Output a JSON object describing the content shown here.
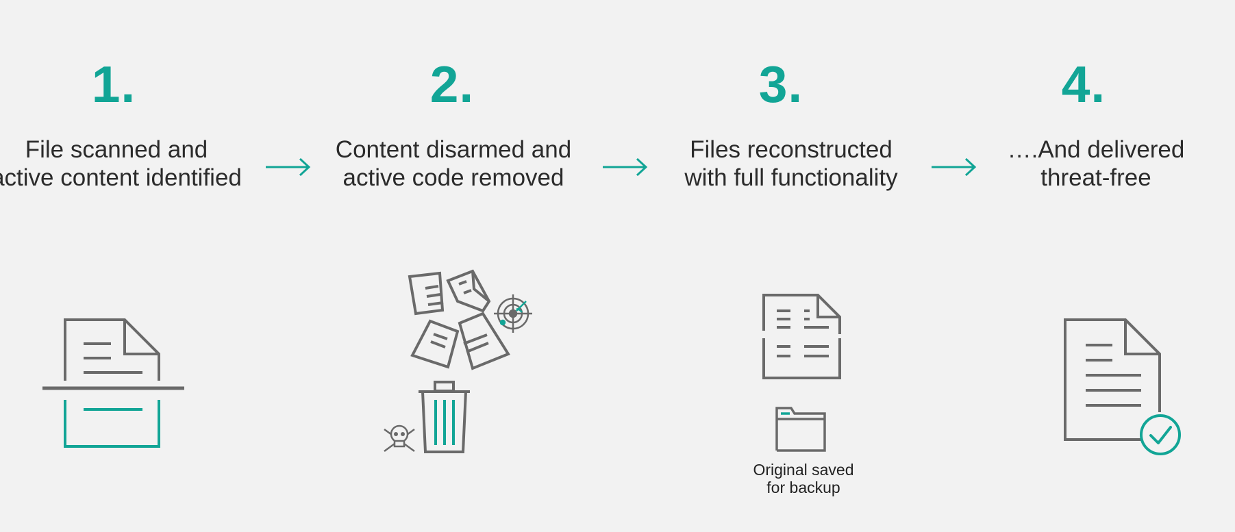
{
  "theme": {
    "accent": "#12a596",
    "icon_gray": "#6a6a6a",
    "text": "#2b2b2b",
    "background": "#f2f2f2"
  },
  "steps": [
    {
      "number": "1.",
      "line1": "File scanned and",
      "line2": "active content identified",
      "icon": "file-scanner-icon"
    },
    {
      "number": "2.",
      "line1": "Content disarmed and",
      "line2": "active code removed",
      "icon": "disarmed-documents-trash-icon"
    },
    {
      "number": "3.",
      "line1": "Files reconstructed",
      "line2": "with full functionality",
      "icon": "reconstructed-file-icon"
    },
    {
      "number": "4.",
      "line1": "….And delivered",
      "line2": "threat-free",
      "icon": "file-check-icon"
    }
  ],
  "arrows": [
    "arrow-right-icon",
    "arrow-right-icon",
    "arrow-right-icon"
  ],
  "backup": {
    "icon": "folder-icon",
    "line1": "Original saved",
    "line2": "for backup"
  }
}
